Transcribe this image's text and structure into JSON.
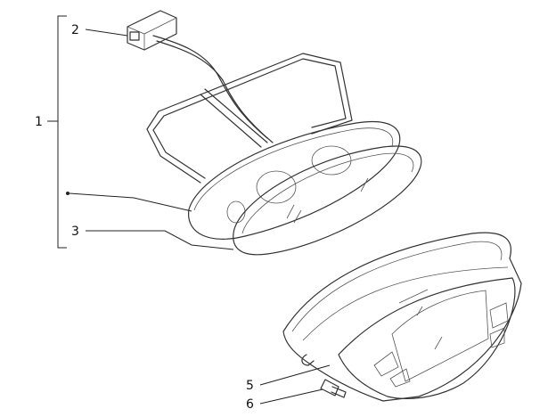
{
  "callouts": [
    {
      "id": "callout-1",
      "label": "1"
    },
    {
      "id": "callout-2",
      "label": "2"
    },
    {
      "id": "callout-3",
      "label": "3"
    },
    {
      "id": "callout-5",
      "label": "5"
    },
    {
      "id": "callout-6",
      "label": "6"
    }
  ]
}
